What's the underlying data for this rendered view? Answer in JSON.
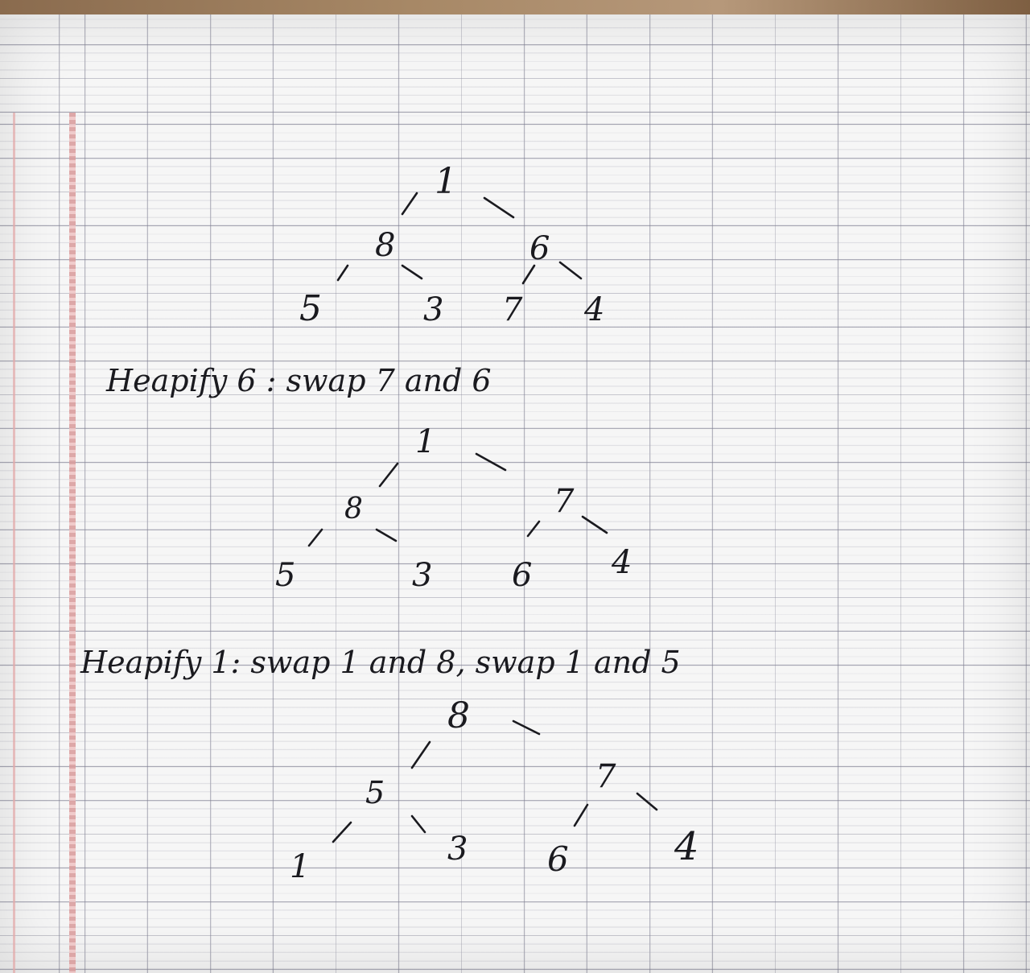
{
  "trees": [
    {
      "nodes": [
        "1",
        "8",
        "6",
        "5",
        "3",
        "7",
        "4"
      ]
    },
    {
      "caption": "Heapify 6 : swap 7 and 6",
      "nodes": [
        "1",
        "8",
        "7",
        "5",
        "3",
        "6",
        "4"
      ]
    },
    {
      "caption": "Heapify 1: swap 1 and 8, swap 1 and 5",
      "nodes": [
        "8",
        "5",
        "7",
        "1",
        "3",
        "6",
        "4"
      ]
    }
  ],
  "colors": {
    "ink": "#1a1a1f",
    "paper": "#f6f6f6",
    "margin": "#d99a9a"
  }
}
